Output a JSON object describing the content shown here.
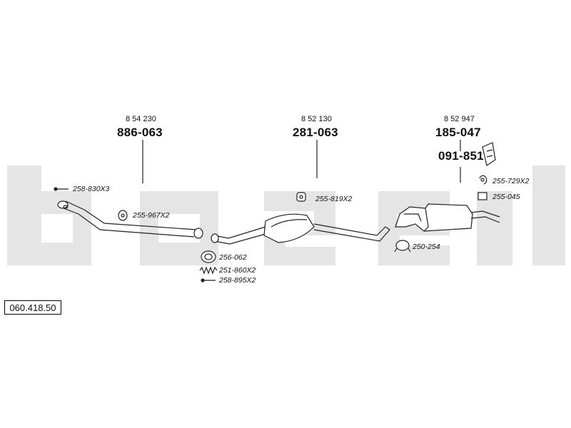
{
  "assembly": {
    "drawing_code": "060.418.50",
    "watermark": "bosal"
  },
  "main_parts": [
    {
      "ref": "8 54 230",
      "part_no": "886-063"
    },
    {
      "ref": "8 52 130",
      "part_no": "281-063"
    },
    {
      "ref": "8 52 947",
      "part_no": "185-047"
    }
  ],
  "heat_shield": {
    "part_no": "091-851"
  },
  "fittings": [
    {
      "label": "258-830X3"
    },
    {
      "label": "255-967X2"
    },
    {
      "label": "256-062"
    },
    {
      "label": "251-860X2"
    },
    {
      "label": "258-895X2"
    },
    {
      "label": "255-819X2"
    },
    {
      "label": "250-254"
    },
    {
      "label": "255-729X2"
    },
    {
      "label": "255-045"
    }
  ]
}
